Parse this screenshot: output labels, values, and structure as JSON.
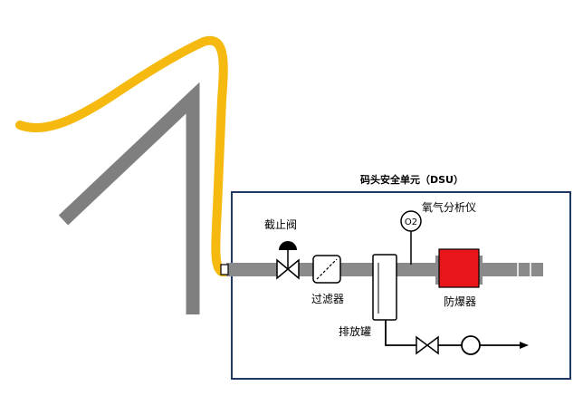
{
  "title": "码头安全单元（DSU）",
  "labels": {
    "shutoff_valve": "截止阀",
    "filter": "过滤器",
    "drain_tank": "排放罐",
    "oxygen_analyzer": "氧气分析仪",
    "o2_gauge": "O2",
    "flame_arrestor": "防爆器"
  },
  "colors": {
    "hose": "#F5B90F",
    "pipe": "#8A8A8A",
    "arm": "#7F7F7F",
    "frame": "#1F3864",
    "arrestor": "#E8151B",
    "line": "#000000"
  }
}
